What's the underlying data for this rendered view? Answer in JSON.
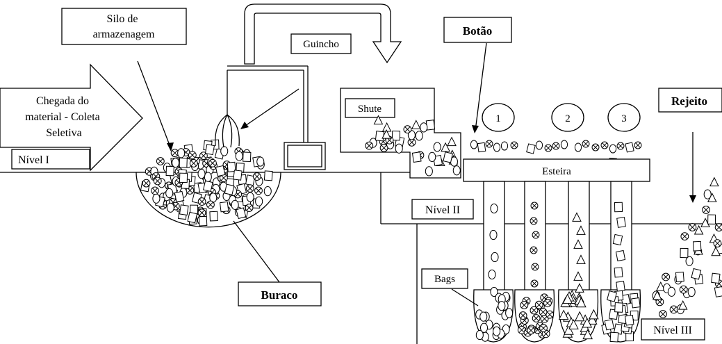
{
  "labels": {
    "silo": [
      "Silo de",
      "armazenagem"
    ],
    "guincho": "Guincho",
    "botao": "Botão",
    "rejeito": "Rejeito",
    "chegada": [
      "Chegada do",
      "material - Coleta",
      "Seletiva"
    ],
    "nivel1": "Nível I",
    "shute": "Shute",
    "esteira": "Esteira",
    "nivel2": "Nível II",
    "bags": "Bags",
    "buraco": "Buraco",
    "nivel3": "Nível III"
  },
  "buttons": [
    "1",
    "2",
    "3"
  ]
}
